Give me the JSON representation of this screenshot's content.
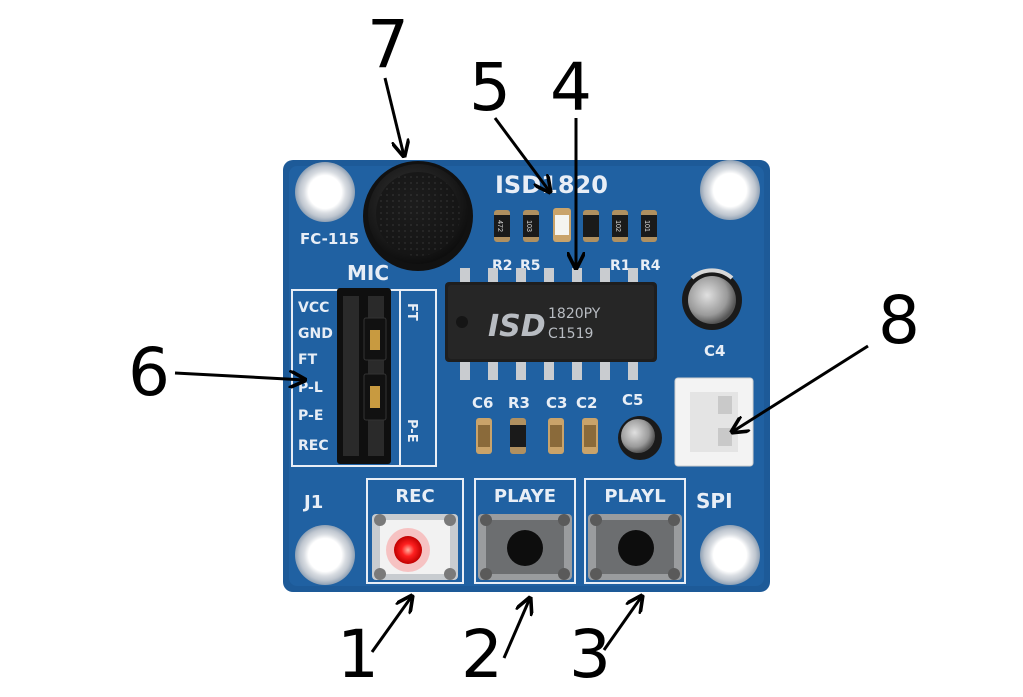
{
  "board": {
    "model": "FC-115",
    "chip_title": "ISD1820",
    "mic_label": "MIC",
    "jumper_label": "J1",
    "spi_label": "SPI",
    "cap_c4": "C4",
    "cap_c5": "C5",
    "comp_labels": [
      "C6",
      "R3",
      "C3",
      "C2"
    ],
    "top_res_labels": [
      "R2",
      "R5",
      "R1",
      "R4"
    ],
    "pins": [
      "VCC",
      "GND",
      "FT",
      "P-L",
      "P-E",
      "REC"
    ],
    "ft_label": "FT",
    "pe_label": "P-E",
    "buttons": [
      "REC",
      "PLAYE",
      "PLAYL"
    ],
    "chip_brand": "ISD",
    "chip_part": "1820PY",
    "chip_code": "C1519",
    "resistor_codes": [
      "472",
      "103",
      "102",
      "101"
    ],
    "colors": {
      "pcb": "#1f5f9e",
      "led": "#ff2020",
      "chip": "#222"
    }
  },
  "callouts": [
    "1",
    "2",
    "3",
    "4",
    "5",
    "6",
    "7",
    "8"
  ]
}
